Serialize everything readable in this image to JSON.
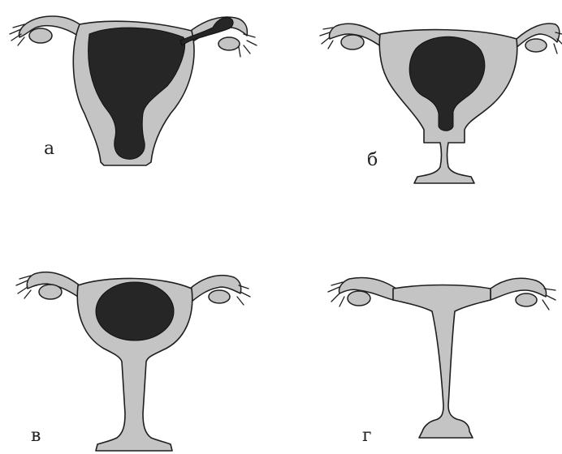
{
  "panels": [
    {
      "id": "a",
      "label": "а"
    },
    {
      "id": "b",
      "label": "б"
    },
    {
      "id": "c",
      "label": "в"
    },
    {
      "id": "d",
      "label": "г"
    }
  ],
  "colors": {
    "background": "#ffffff",
    "tissue": "#c4c4c4",
    "fluid": "#262626",
    "outline": "#1e1e1e"
  }
}
